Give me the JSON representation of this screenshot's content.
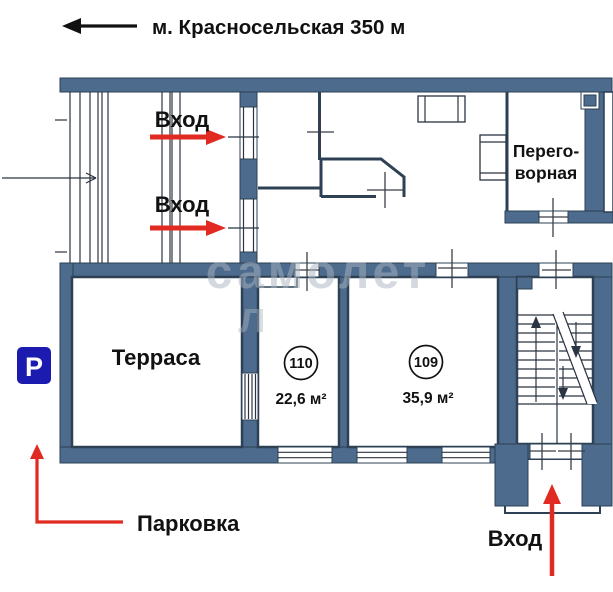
{
  "header": {
    "metro_label": "м. Красносельская 350 м"
  },
  "labels": {
    "entrance_top_1": "Вход",
    "entrance_top_2": "Вход",
    "entrance_bottom": "Вход",
    "terrace": "Терраса",
    "meeting_room_line1": "Перего-",
    "meeting_room_line2": "ворная",
    "parking": "Парковка",
    "parking_sign": "P"
  },
  "rooms": [
    {
      "number": "110",
      "area": "22,6 м²"
    },
    {
      "number": "109",
      "area": "35,9 м²"
    }
  ],
  "watermark": {
    "line1": "самолет",
    "line2": "л"
  },
  "colors": {
    "wall": "#4d6b8d",
    "wall_outline": "#2d4054",
    "arrow_red": "#e02a22",
    "parking_blue": "#1b1bb0"
  }
}
